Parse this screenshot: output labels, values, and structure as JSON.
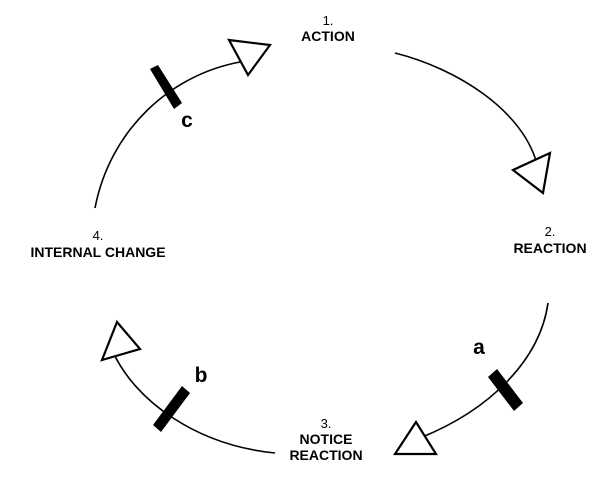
{
  "stages": [
    {
      "number": "1.",
      "label": [
        "ACTION"
      ]
    },
    {
      "number": "2.",
      "label": [
        "REACTION"
      ]
    },
    {
      "number": "3.",
      "label": [
        "NOTICE",
        "REACTION"
      ]
    },
    {
      "number": "4.",
      "label": [
        "INTERNAL CHANGE"
      ]
    }
  ],
  "blocks": [
    "a",
    "b",
    "c"
  ]
}
